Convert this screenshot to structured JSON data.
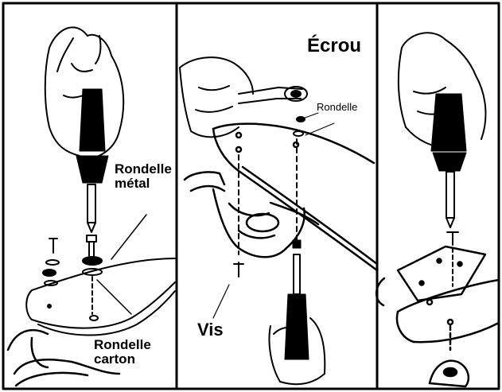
{
  "panels": [
    {
      "id": "left",
      "labels": {
        "metal_washer": [
          "Rondelle",
          "métal"
        ],
        "cardboard_washer": [
          "Rondelle",
          "carton"
        ]
      }
    },
    {
      "id": "middle",
      "labels": {
        "nut": "Écrou",
        "washer": "Rondelle",
        "screw": "Vis"
      }
    },
    {
      "id": "right",
      "labels": {}
    }
  ],
  "colors": {
    "ink": "#000000",
    "background": "#ffffff"
  }
}
